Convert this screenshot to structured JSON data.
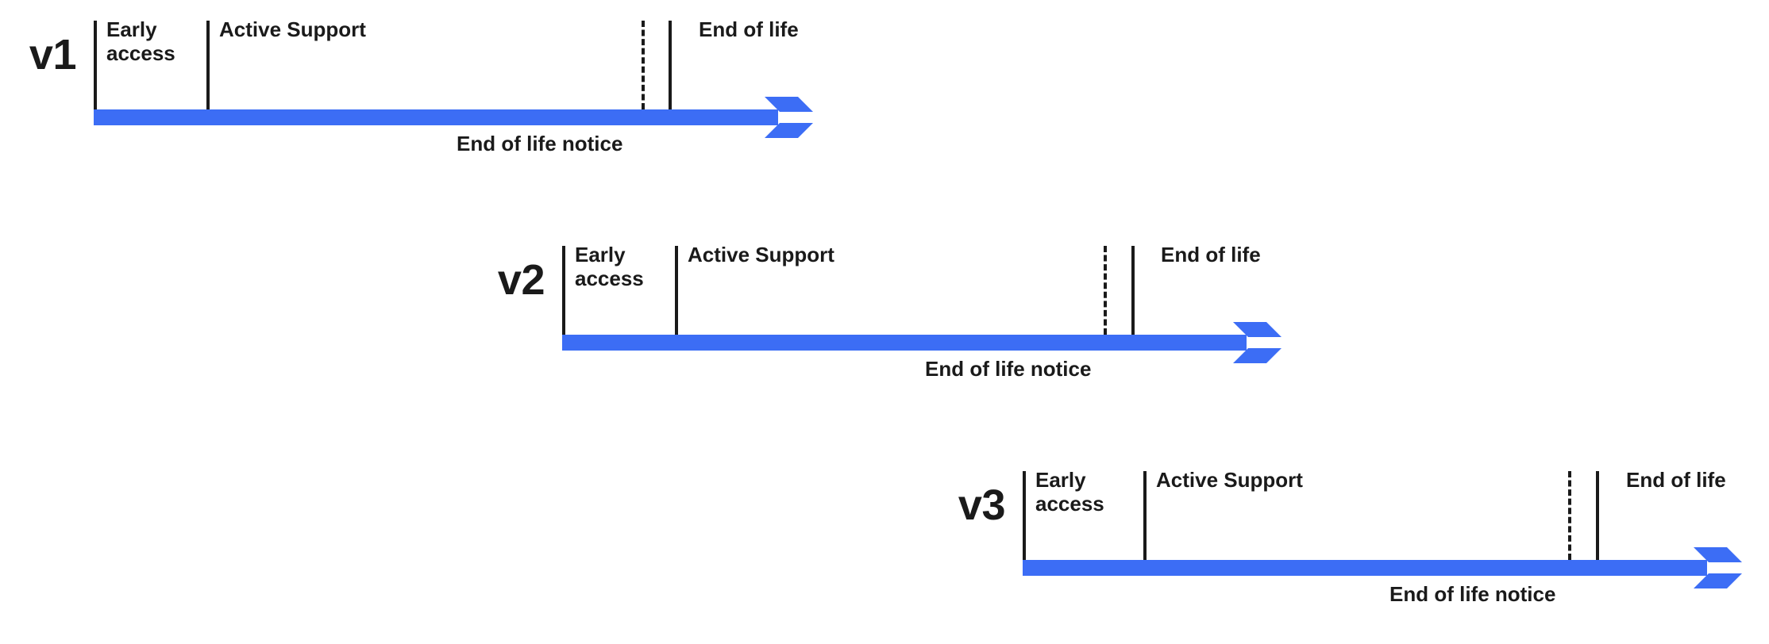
{
  "diagram": {
    "type": "lifecycle-timeline",
    "accent_color": "#3c6df5",
    "line_color": "#1a1a1a",
    "background_color": "#ffffff",
    "rows": [
      {
        "version": "v1",
        "phases": [
          {
            "label": "Early\naccess"
          },
          {
            "label": "Active Support"
          },
          {
            "label": "End of life"
          }
        ],
        "notice": "End of life notice"
      },
      {
        "version": "v2",
        "phases": [
          {
            "label": "Early\naccess"
          },
          {
            "label": "Active Support"
          },
          {
            "label": "End of life"
          }
        ],
        "notice": "End of life notice"
      },
      {
        "version": "v3",
        "phases": [
          {
            "label": "Early\naccess"
          },
          {
            "label": "Active Support"
          },
          {
            "label": "End of life"
          }
        ],
        "notice": "End of life notice"
      }
    ]
  },
  "chart_data": {
    "type": "timeline",
    "title": "",
    "series": [
      {
        "name": "v1",
        "row_top": 0,
        "track_left": 118,
        "track_width": 910,
        "boundaries": [
          {
            "x": 118,
            "style": "solid",
            "name": "early-access-start"
          },
          {
            "x": 260,
            "style": "solid",
            "name": "active-support-start"
          },
          {
            "x": 808,
            "style": "dashed",
            "name": "end-of-life-notice-start"
          },
          {
            "x": 842,
            "style": "solid",
            "name": "end-of-life-start"
          }
        ],
        "phase_label_x": [
          134,
          276,
          880
        ],
        "notice_label_x": 575,
        "shaft_end": 980
      },
      {
        "name": "v2",
        "row_top": 284,
        "track_left": 708,
        "track_width": 910,
        "boundaries": [
          {
            "x": 708,
            "style": "solid",
            "name": "early-access-start"
          },
          {
            "x": 850,
            "style": "solid",
            "name": "active-support-start"
          },
          {
            "x": 1390,
            "style": "dashed",
            "name": "end-of-life-notice-start"
          },
          {
            "x": 1425,
            "style": "solid",
            "name": "end-of-life-start"
          }
        ],
        "phase_label_x": [
          724,
          866,
          1462
        ],
        "notice_label_x": 1165,
        "shaft_end": 1568
      },
      {
        "name": "v3",
        "row_top": 568,
        "track_left": 1288,
        "track_width": 910,
        "boundaries": [
          {
            "x": 1288,
            "style": "solid",
            "name": "early-access-start"
          },
          {
            "x": 1440,
            "style": "solid",
            "name": "active-support-start"
          },
          {
            "x": 1975,
            "style": "dashed",
            "name": "end-of-life-notice-start"
          },
          {
            "x": 2010,
            "style": "solid",
            "name": "end-of-life-start"
          }
        ],
        "phase_label_x": [
          1450,
          1452,
          2048
        ],
        "notice_label_x": 1750,
        "shaft_end": 2150
      }
    ],
    "categories": [
      "Early access",
      "Active Support",
      "End of life"
    ],
    "annotations": [
      "End of life notice"
    ],
    "legend": [],
    "grid": false
  }
}
